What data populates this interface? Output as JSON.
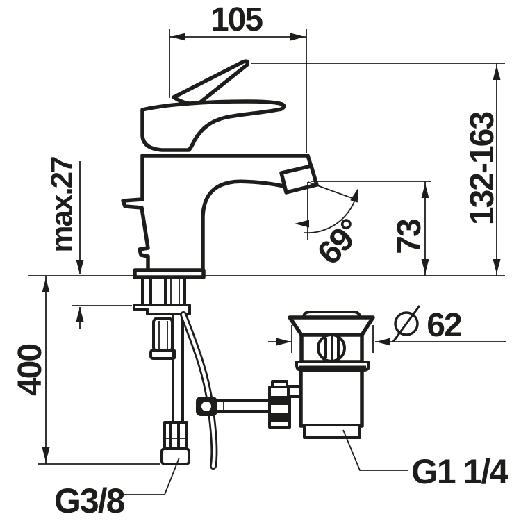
{
  "drawing": {
    "type": "technical-dimension-drawing",
    "subject": "single-lever basin mixer with pop-up waste",
    "colors": {
      "line": "#1d1d1b",
      "background": "#ffffff"
    },
    "dims": {
      "reach": "105",
      "height_range": "132-163",
      "spout_height": "73",
      "angle": "69°",
      "deck_max": "max.27",
      "hose_length": "400",
      "diameter_symbol": "∅",
      "waste_diameter": "62",
      "inlet_thread": "G3/8",
      "waste_thread": "G1 1/4"
    }
  }
}
